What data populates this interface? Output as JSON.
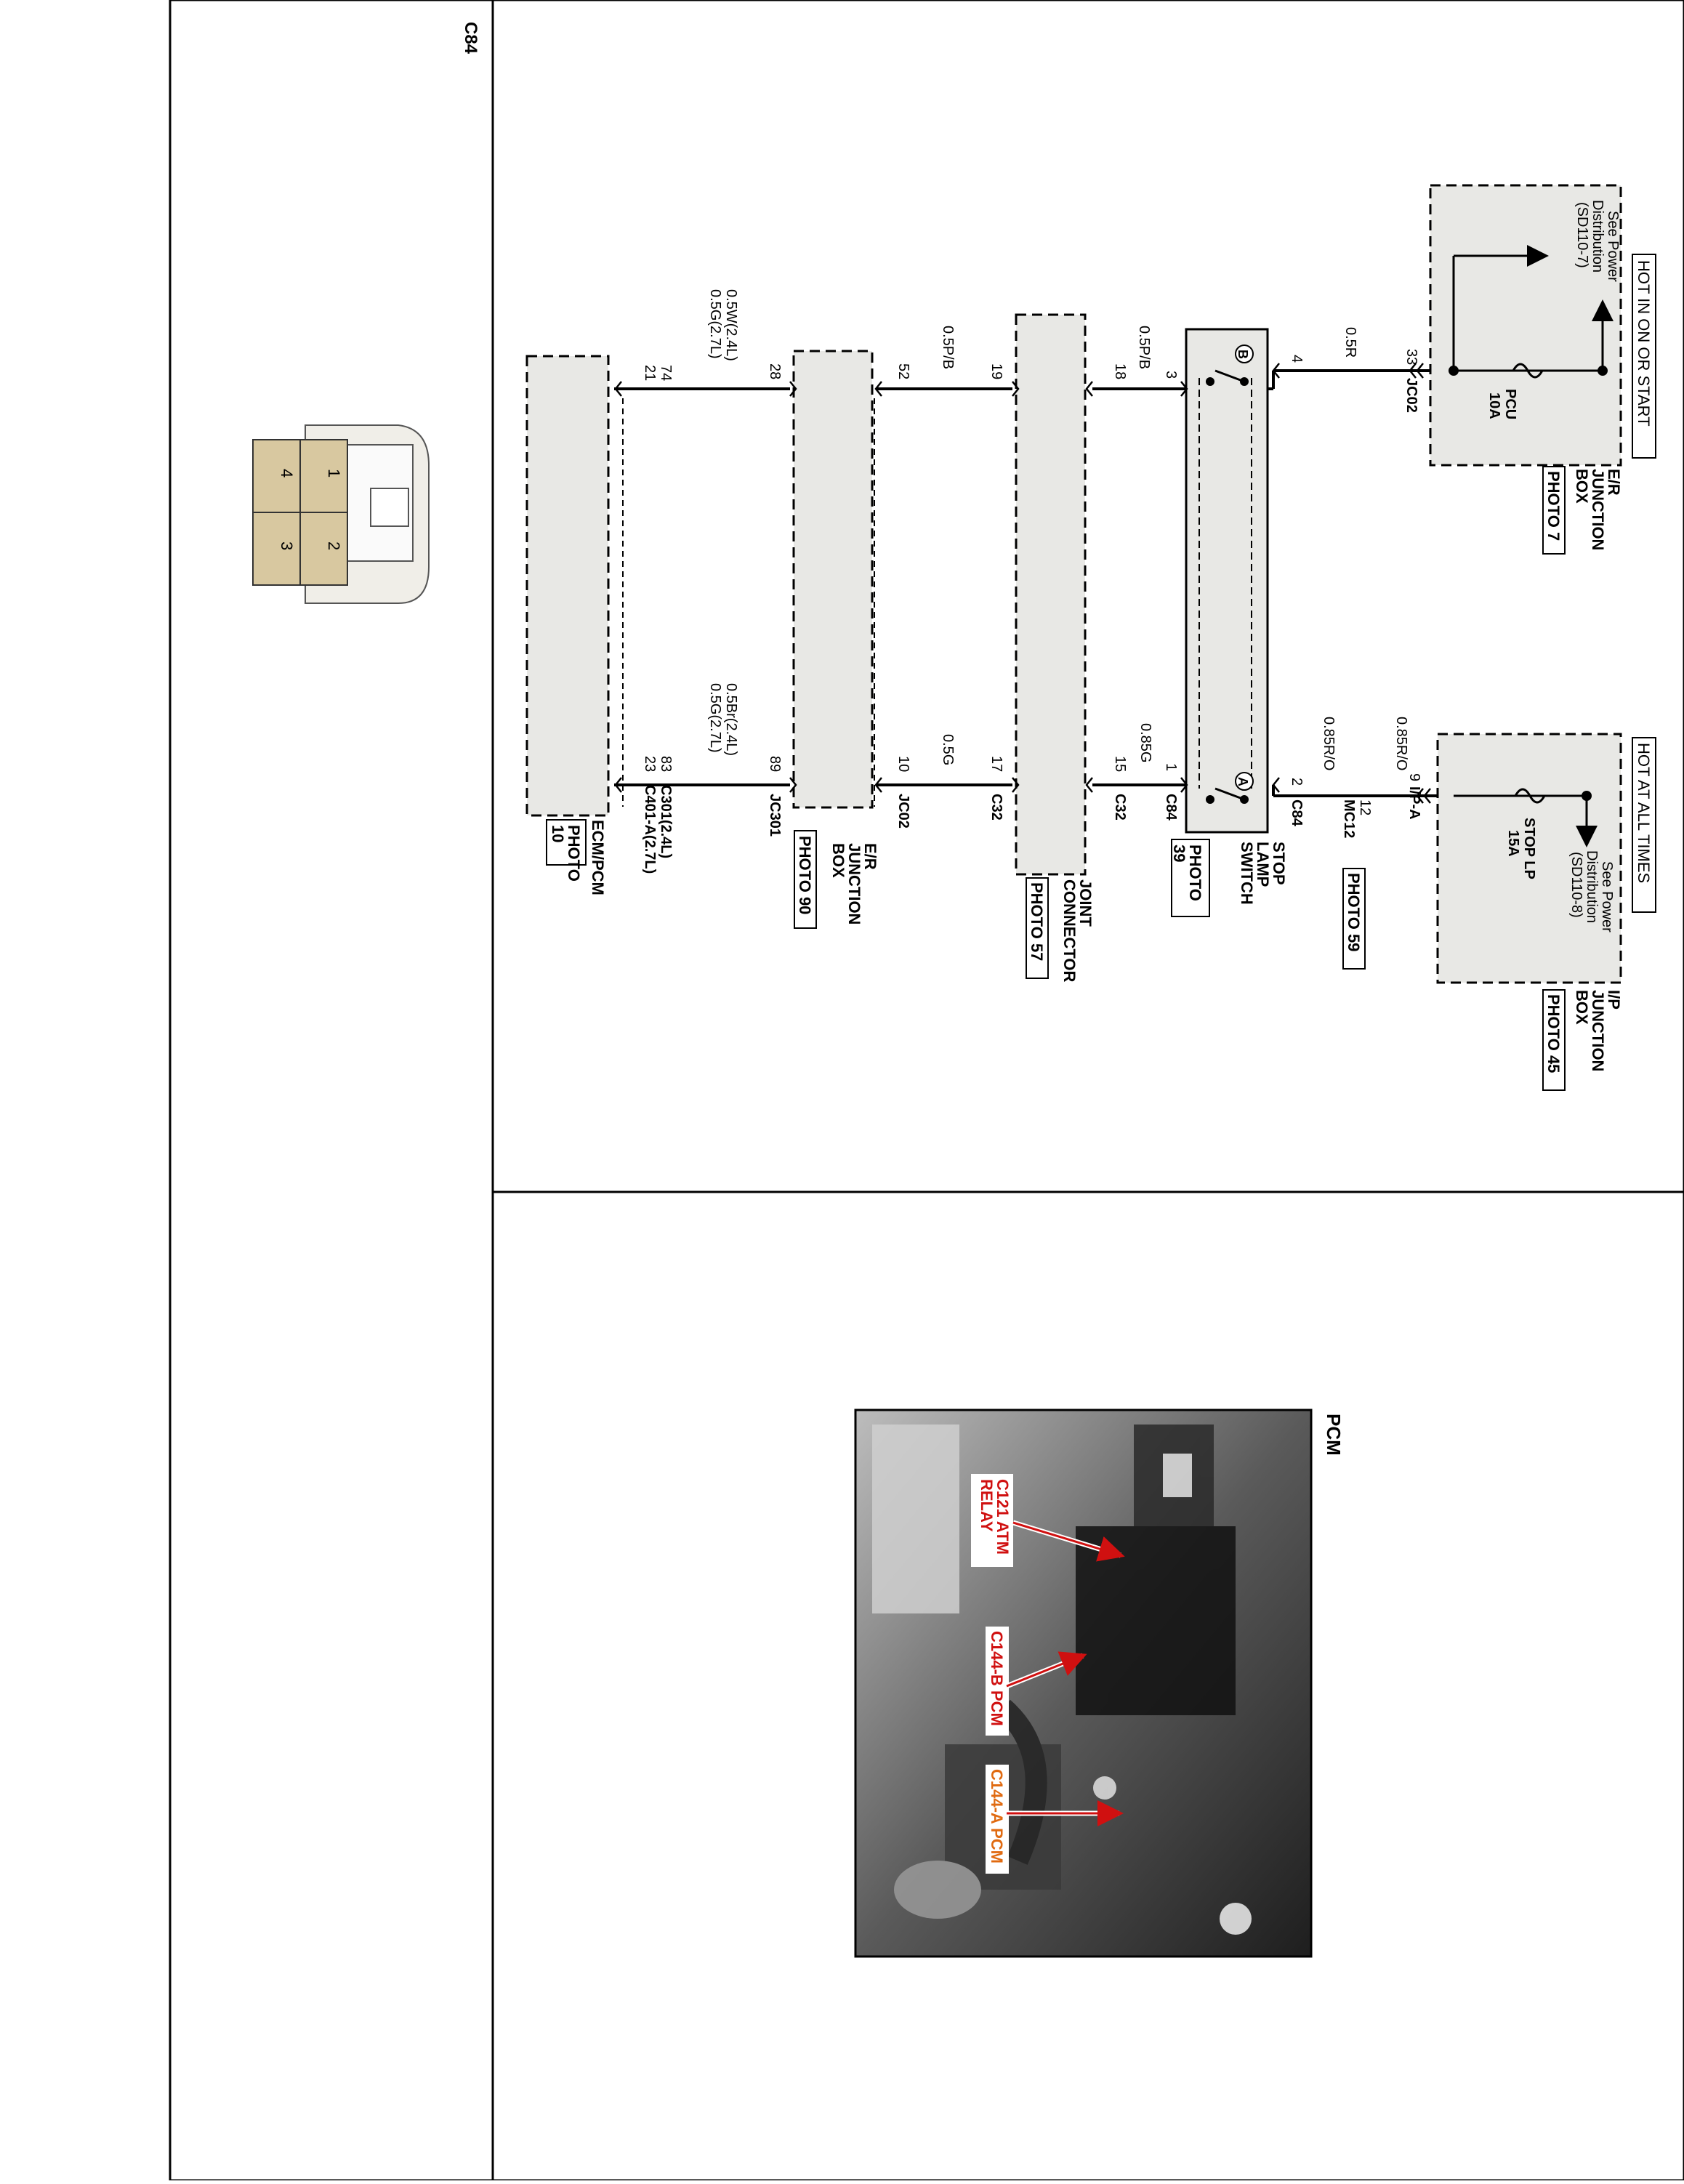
{
  "connector_panel": {
    "title": "C84",
    "pins": [
      "1",
      "2",
      "3",
      "4"
    ]
  },
  "upper_junction": {
    "header": "HOT IN ON OR START",
    "power_note": [
      "See Power",
      "Distribution",
      "(SD110-7)"
    ],
    "fuse_name": "PCU",
    "fuse_rating": "10A",
    "box_label": [
      "E/R",
      "JUNCTION",
      "BOX"
    ],
    "photo": "PHOTO 7"
  },
  "lower_junction": {
    "header": "HOT AT ALL TIMES",
    "power_note": [
      "See Power",
      "Distribution",
      "(SD110-8)"
    ],
    "fuse_name": "STOP LP",
    "fuse_rating": "15A",
    "box_label": [
      "I/P",
      "JUNCTION",
      "BOX"
    ],
    "photo": "PHOTO 45"
  },
  "upper_circuit": {
    "pin_33": "33",
    "conn_jc02": "JC02",
    "wire_05r": "0.5R",
    "pin_4": "4",
    "pin_3": "3",
    "wire_05pb_1": "0.5P/B",
    "pin_18": "18",
    "pin_19": "19",
    "wire_05pb_2": "0.5P/B",
    "pin_52": "52",
    "pin_28": "28",
    "wire_05w": "0.5W(2.4L)",
    "wire_05g": "0.5G(2.7L)",
    "pin_74": "74",
    "pin_21": "21",
    "label_b": "B"
  },
  "lower_circuit": {
    "pin_9": "9",
    "conn_ipa": "I/P-A",
    "wire_085ro_1": "0.85R/O",
    "pin_12": "12",
    "conn_mc12": "MC12",
    "photo_59": "PHOTO 59",
    "wire_085ro_2": "0.85R/O",
    "pin_2": "2",
    "conn_c84_a": "C84",
    "pin_1": "1",
    "conn_c84_b": "C84",
    "wire_085g": "0.85G",
    "pin_15": "15",
    "conn_c32_a": "C32",
    "pin_17": "17",
    "conn_c32_b": "C32",
    "wire_05g": "0.5G",
    "pin_10": "10",
    "conn_jc02": "JC02",
    "pin_89": "89",
    "conn_jc301": "JC301",
    "wire_05br": "0.5Br(2.4L)",
    "wire_05g27": "0.5G(2.7L)",
    "pin_83": "83",
    "conn_c301": "C301(2.4L)",
    "pin_23": "23",
    "conn_c401": "C401-A(2.7L)",
    "label_a": "A"
  },
  "components": {
    "stop_lamp_switch": [
      "STOP",
      "LAMP",
      "SWITCH"
    ],
    "stop_lamp_photo": [
      "PHOTO",
      "39"
    ],
    "joint_connector": [
      "JOINT",
      "CONNECTOR"
    ],
    "joint_photo": "PHOTO 57",
    "er_box": [
      "E/R",
      "JUNCTION",
      "BOX"
    ],
    "er_box_photo": "PHOTO 90",
    "ecm": "ECM/PCM",
    "ecm_photo": [
      "PHOTO",
      "10"
    ]
  },
  "photo_panel": {
    "title": "PCM",
    "callouts": [
      "C121 ATM",
      "RELAY",
      "C144-B PCM",
      "C144-A PCM"
    ],
    "callout_colors": [
      "#d01010",
      "#d01010",
      "#d01010",
      "#e06a10"
    ]
  },
  "colors": {
    "box_fill": "#e8e8e5",
    "connector_fill": "#d8c8a0",
    "connector_housing": "#f0eee8"
  }
}
